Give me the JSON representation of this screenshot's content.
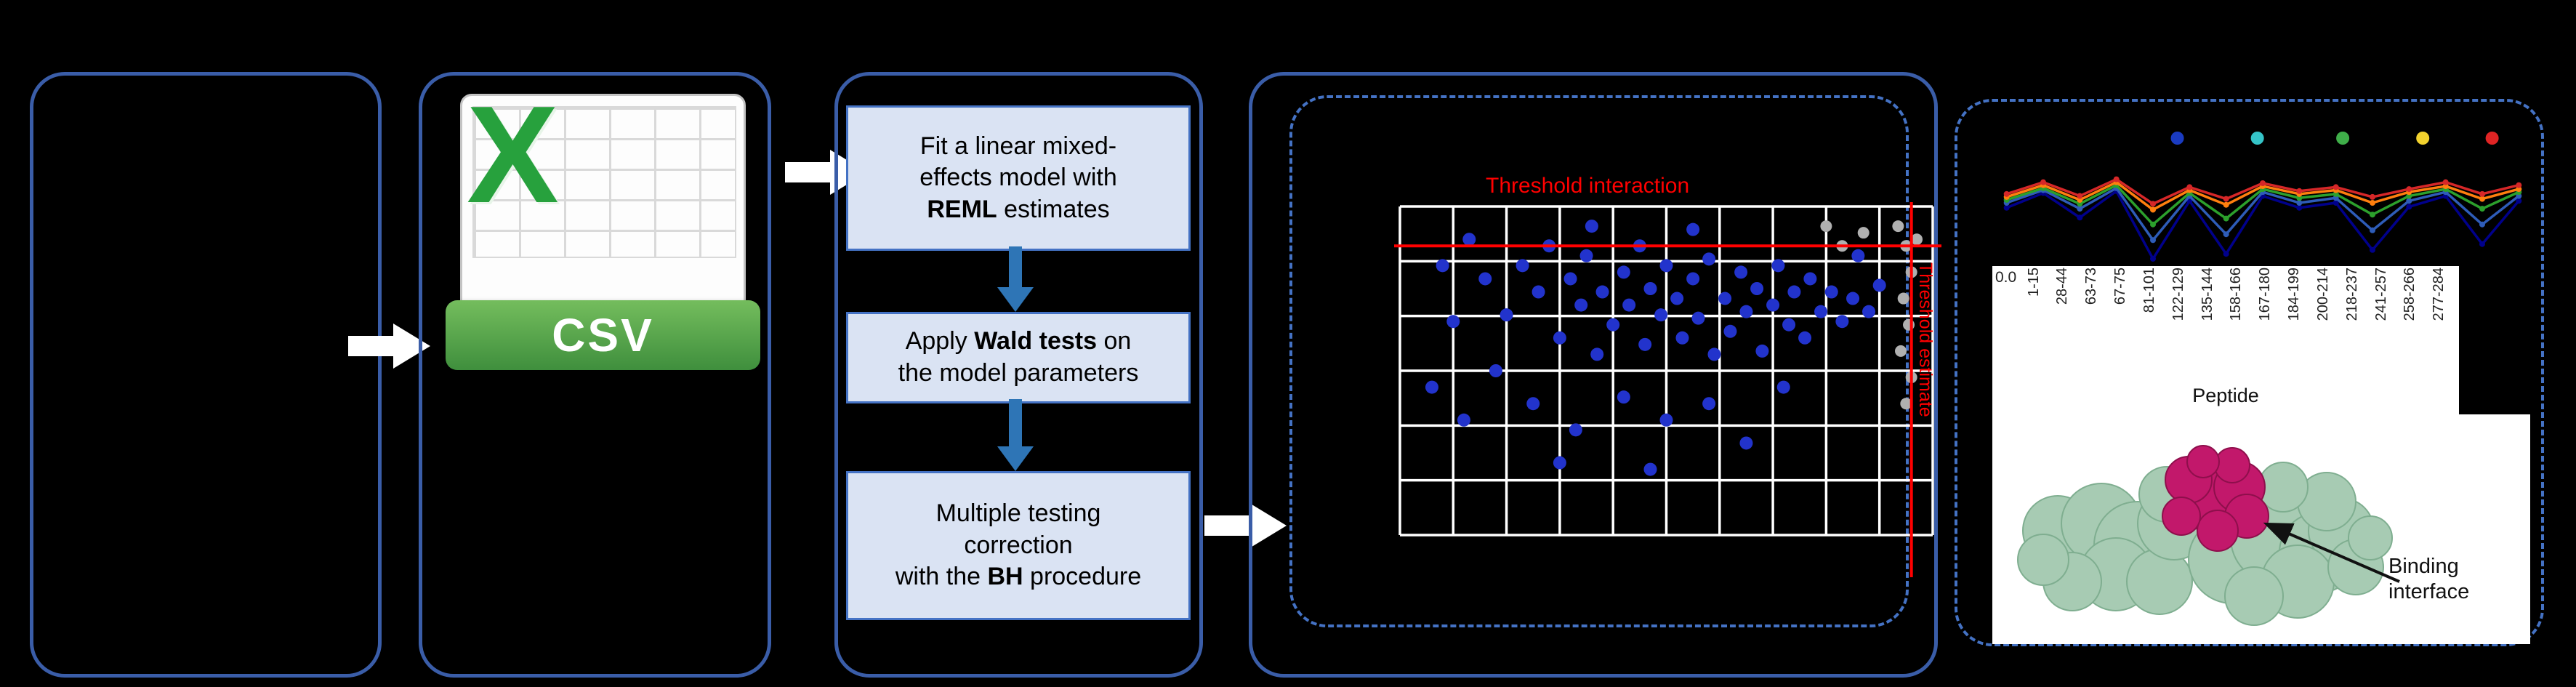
{
  "colors": {
    "panel_border": "#3a5da8",
    "dashed_border": "#4472c4",
    "step_box_fill": "#dae3f3",
    "step_box_border": "#4472c4",
    "down_arrow_blue": "#2e75b6",
    "flow_arrow_white": "#ffffff",
    "threshold_red": "#ff0000",
    "grid_white": "#ffffff",
    "csv_green": "#3f8f3d",
    "protein_green": "#a7cbb3",
    "protein_magenta": "#c2186b"
  },
  "csv": {
    "label": "CSV",
    "logo_letter": "X"
  },
  "steps": {
    "step1": {
      "l1": "Fit a linear mixed-",
      "l2": "effects model with",
      "l3_bold": "REML",
      "l3_rest": " estimates"
    },
    "step2": {
      "l1_pre": "Apply ",
      "l1_bold": "Wald tests",
      "l1_post": " on",
      "l2": "the model parameters"
    },
    "step3": {
      "l1": "Multiple testing",
      "l2": "correction",
      "l3_pre": "with the ",
      "l3_bold": "BH",
      "l3_post": " procedure"
    }
  },
  "protein": {
    "annotation_l1": "Binding",
    "annotation_l2": "interface"
  },
  "chart_data": [
    {
      "type": "scatter",
      "title": "Threshold interaction",
      "right_label": "Threshold estimate",
      "grid": true,
      "grid_cols": 10,
      "grid_rows": 6,
      "threshold_h": 0.12,
      "threshold_v": 0.96,
      "threshold_color": "#ff0000",
      "series": [
        {
          "name": "significant",
          "color": "#2233cc",
          "points": [
            [
              0.08,
              0.18
            ],
            [
              0.13,
              0.1
            ],
            [
              0.16,
              0.22
            ],
            [
              0.1,
              0.35
            ],
            [
              0.06,
              0.55
            ],
            [
              0.18,
              0.5
            ],
            [
              0.2,
              0.33
            ],
            [
              0.23,
              0.18
            ],
            [
              0.26,
              0.26
            ],
            [
              0.28,
              0.12
            ],
            [
              0.3,
              0.4
            ],
            [
              0.32,
              0.22
            ],
            [
              0.34,
              0.3
            ],
            [
              0.35,
              0.15
            ],
            [
              0.36,
              0.06
            ],
            [
              0.37,
              0.45
            ],
            [
              0.38,
              0.26
            ],
            [
              0.4,
              0.36
            ],
            [
              0.42,
              0.2
            ],
            [
              0.43,
              0.3
            ],
            [
              0.45,
              0.12
            ],
            [
              0.46,
              0.42
            ],
            [
              0.47,
              0.25
            ],
            [
              0.49,
              0.33
            ],
            [
              0.5,
              0.18
            ],
            [
              0.52,
              0.28
            ],
            [
              0.53,
              0.4
            ],
            [
              0.55,
              0.07
            ],
            [
              0.55,
              0.22
            ],
            [
              0.56,
              0.34
            ],
            [
              0.58,
              0.16
            ],
            [
              0.59,
              0.45
            ],
            [
              0.61,
              0.28
            ],
            [
              0.62,
              0.38
            ],
            [
              0.64,
              0.2
            ],
            [
              0.65,
              0.32
            ],
            [
              0.67,
              0.25
            ],
            [
              0.68,
              0.44
            ],
            [
              0.7,
              0.3
            ],
            [
              0.71,
              0.18
            ],
            [
              0.73,
              0.36
            ],
            [
              0.74,
              0.26
            ],
            [
              0.76,
              0.4
            ],
            [
              0.77,
              0.22
            ],
            [
              0.79,
              0.32
            ],
            [
              0.81,
              0.26
            ],
            [
              0.83,
              0.35
            ],
            [
              0.85,
              0.28
            ],
            [
              0.86,
              0.15
            ],
            [
              0.88,
              0.32
            ],
            [
              0.9,
              0.24
            ],
            [
              0.25,
              0.6
            ],
            [
              0.33,
              0.68
            ],
            [
              0.42,
              0.58
            ],
            [
              0.5,
              0.65
            ],
            [
              0.58,
              0.6
            ],
            [
              0.12,
              0.65
            ],
            [
              0.3,
              0.78
            ],
            [
              0.47,
              0.8
            ],
            [
              0.65,
              0.72
            ],
            [
              0.72,
              0.55
            ]
          ]
        },
        {
          "name": "non_significant",
          "color": "#b0b0b0",
          "points": [
            [
              0.935,
              0.06
            ],
            [
              0.95,
              0.12
            ],
            [
              0.96,
              0.2
            ],
            [
              0.945,
              0.28
            ],
            [
              0.955,
              0.36
            ],
            [
              0.94,
              0.44
            ],
            [
              0.96,
              0.52
            ],
            [
              0.95,
              0.6
            ],
            [
              0.87,
              0.08
            ],
            [
              0.83,
              0.12
            ],
            [
              0.8,
              0.06
            ],
            [
              0.97,
              0.1
            ]
          ]
        }
      ]
    },
    {
      "type": "line",
      "xlabel": "Peptide",
      "y_tick": "0.0",
      "x_labels": [
        "1-15",
        "28-44",
        "63-73",
        "67-75",
        "81-101",
        "122-129",
        "135-144",
        "158-166",
        "167-180",
        "184-199",
        "200-214",
        "218-237",
        "241-257",
        "258-266",
        "277-284"
      ],
      "series": [
        {
          "name": "navy",
          "color": "#00008b",
          "values": [
            0.45,
            0.3,
            0.55,
            0.28,
            0.97,
            0.38,
            0.92,
            0.33,
            0.45,
            0.4,
            0.88,
            0.44,
            0.33,
            0.82,
            0.38
          ]
        },
        {
          "name": "blue",
          "color": "#2e5cb8",
          "values": [
            0.4,
            0.27,
            0.46,
            0.25,
            0.78,
            0.33,
            0.72,
            0.29,
            0.4,
            0.35,
            0.68,
            0.38,
            0.29,
            0.62,
            0.33
          ]
        },
        {
          "name": "green",
          "color": "#2ca02c",
          "values": [
            0.37,
            0.25,
            0.41,
            0.22,
            0.62,
            0.3,
            0.56,
            0.26,
            0.35,
            0.31,
            0.52,
            0.33,
            0.26,
            0.46,
            0.29
          ]
        },
        {
          "name": "orange",
          "color": "#ff7f0e",
          "values": [
            0.34,
            0.22,
            0.37,
            0.19,
            0.47,
            0.27,
            0.42,
            0.23,
            0.31,
            0.27,
            0.4,
            0.29,
            0.23,
            0.36,
            0.26
          ]
        },
        {
          "name": "red",
          "color": "#d62728",
          "values": [
            0.31,
            0.19,
            0.33,
            0.16,
            0.41,
            0.24,
            0.36,
            0.2,
            0.28,
            0.24,
            0.34,
            0.26,
            0.19,
            0.31,
            0.22
          ]
        }
      ],
      "markers": [
        {
          "color": "#1a3bc1",
          "x": 0.34
        },
        {
          "color": "#35c4c8",
          "x": 0.49
        },
        {
          "color": "#3fae49",
          "x": 0.65
        },
        {
          "color": "#f2d22e",
          "x": 0.8
        },
        {
          "color": "#e02424",
          "x": 0.93
        }
      ]
    }
  ]
}
